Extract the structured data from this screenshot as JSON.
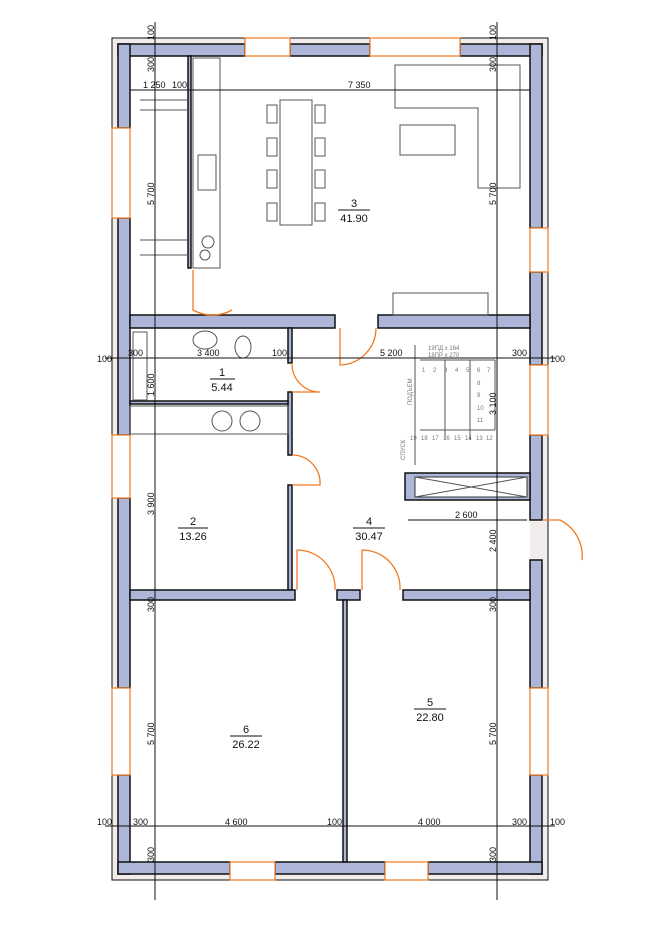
{
  "title": "Floor plan",
  "rooms": [
    {
      "number": "1",
      "area": "5.44"
    },
    {
      "number": "2",
      "area": "13.26"
    },
    {
      "number": "3",
      "area": "41.90"
    },
    {
      "number": "4",
      "area": "30.47"
    },
    {
      "number": "5",
      "area": "22.80"
    },
    {
      "number": "6",
      "area": "26.22"
    }
  ],
  "dims": {
    "d100": "100",
    "d300": "300",
    "d1250": "1 250",
    "d7350": "7 350",
    "d5700": "5 700",
    "d3400": "3 400",
    "d5200": "5 200",
    "d1600": "1 600",
    "d3900": "3 900",
    "d3100": "3 100",
    "d2600": "2 600",
    "d2400": "2 400",
    "d4600": "4 600",
    "d4000": "4 000"
  },
  "stairs": {
    "up_label": "ПОДЪЕМ",
    "down_label": "СПУСК",
    "spec1": "19ПД x 164",
    "spec2": "18ПР x 270",
    "steps_top": [
      "1",
      "2",
      "3",
      "4",
      "5",
      "6",
      "7"
    ],
    "steps_side": [
      "8",
      "9",
      "10",
      "11"
    ],
    "steps_bottom": [
      "19",
      "18",
      "17",
      "16",
      "15",
      "14",
      "13",
      "12"
    ]
  },
  "colors": {
    "wall": "#adb6d8",
    "window": "#f07a20"
  }
}
